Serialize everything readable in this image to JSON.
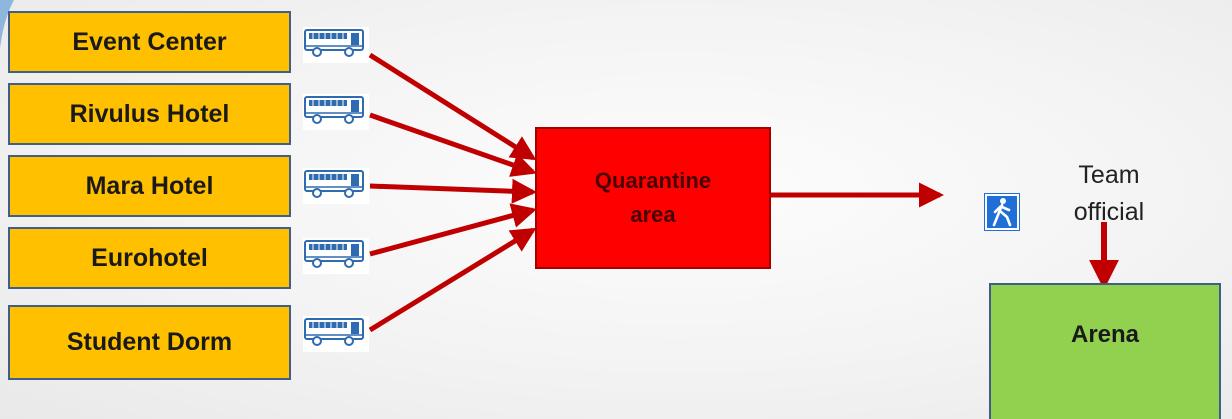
{
  "diagram": {
    "sources": [
      {
        "id": "event-center",
        "label": "Event Center"
      },
      {
        "id": "rivulus-hotel",
        "label": "Rivulus Hotel"
      },
      {
        "id": "mara-hotel",
        "label": "Mara Hotel"
      },
      {
        "id": "eurohotel",
        "label": "Eurohotel"
      },
      {
        "id": "student-dorm",
        "label": "Student Dorm"
      }
    ],
    "transport_icon": "bus-icon",
    "quarantine": {
      "label": "Quarantine\narea"
    },
    "team_official": {
      "label": "Team\nofficial",
      "icon": "pedestrian-icon"
    },
    "arena": {
      "label": "Arena"
    },
    "colors": {
      "source_fill": "#ffc000",
      "quarantine_fill": "#ff0000",
      "arena_fill": "#92d050",
      "arrow": "#c00000",
      "border": "#3f5f8a",
      "pedestrian_sign": "#1f6fd6"
    }
  }
}
